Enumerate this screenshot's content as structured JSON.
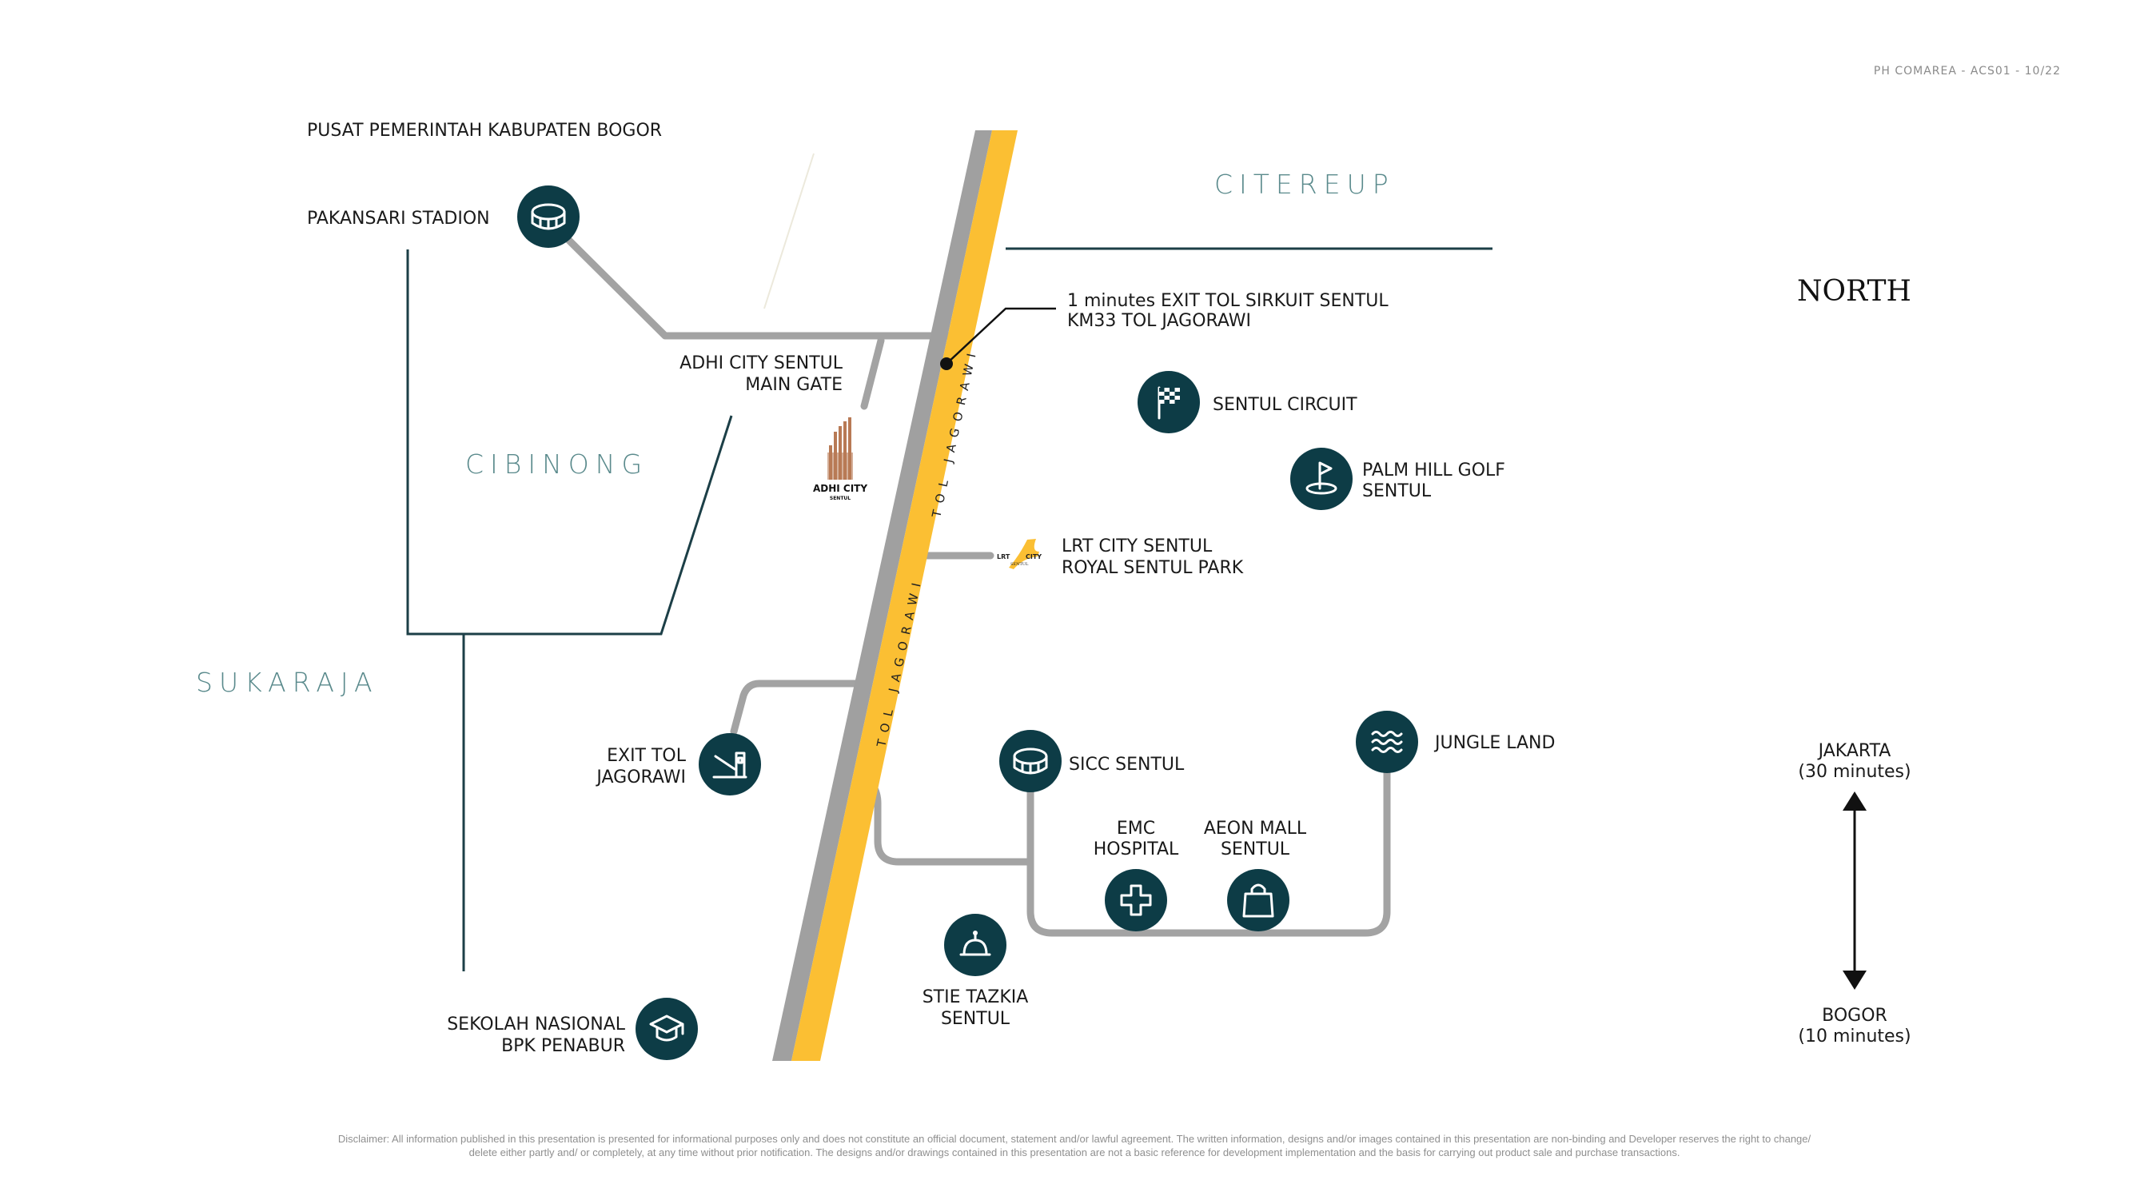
{
  "header": {
    "doc_code": "PH COMAREA - ACS01 - 10/22"
  },
  "areas": {
    "citereup": "CITEREUP",
    "cibinong": "CIBINONG",
    "sukaraja": "SUKARAJA"
  },
  "road": {
    "name": "TOL JAGORAWI"
  },
  "labels": {
    "pusat": "PUSAT PEMERINTAH KABUPATEN BOGOR",
    "pakansari": "PAKANSARI STADION",
    "adhi_gate": [
      "ADHI CITY SENTUL",
      "MAIN GATE"
    ],
    "exit_sirkuit": [
      "1 minutes EXIT TOL SIRKUIT SENTUL",
      "KM33 TOL JAGORAWI"
    ],
    "sentul_circuit": "SENTUL CIRCUIT",
    "palm_hill": [
      "PALM HILL GOLF",
      "SENTUL"
    ],
    "lrt": [
      "LRT CITY SENTUL",
      "ROYAL SENTUL PARK"
    ],
    "exit_tol": [
      "EXIT TOL",
      "JAGORAWI"
    ],
    "sicc": "SICC SENTUL",
    "jungle_land": "JUNGLE LAND",
    "emc": [
      "EMC",
      "HOSPITAL"
    ],
    "aeon": [
      "AEON MALL",
      "SENTUL"
    ],
    "stie": [
      "STIE TAZKIA",
      "SENTUL"
    ],
    "sekolah": [
      "SEKOLAH NASIONAL",
      "BPK PENABUR"
    ]
  },
  "logos": {
    "adhi_city": {
      "name": "ADHI CITY",
      "sub": "SENTUL"
    },
    "lrt_city": {
      "left": "LRT",
      "right": "CITY",
      "sub": "SENTUL"
    }
  },
  "compass": {
    "north": "NORTH",
    "top": [
      "JAKARTA",
      "(30 minutes)"
    ],
    "bottom": [
      "BOGOR",
      "(10 minutes)"
    ]
  },
  "disclaimer": [
    "Disclaimer: All information published in this presentation is presented for informational purposes only and does not constitute an official document, statement and/or lawful agreement. The written information, designs and/or images contained in this presentation are non-binding and Developer reserves the right to change/",
    "delete either partly and/ or completely, at any time without prior notification. The designs and/or drawings contained in this presentation are not a basic reference for development implementation and the basis for carrying out product sale and purchase transactions."
  ],
  "colors": {
    "icon": "#0d3c46",
    "toll_road": "#fbbf33",
    "road": "#a3a3a3",
    "area_text": "#5a8a8c"
  }
}
